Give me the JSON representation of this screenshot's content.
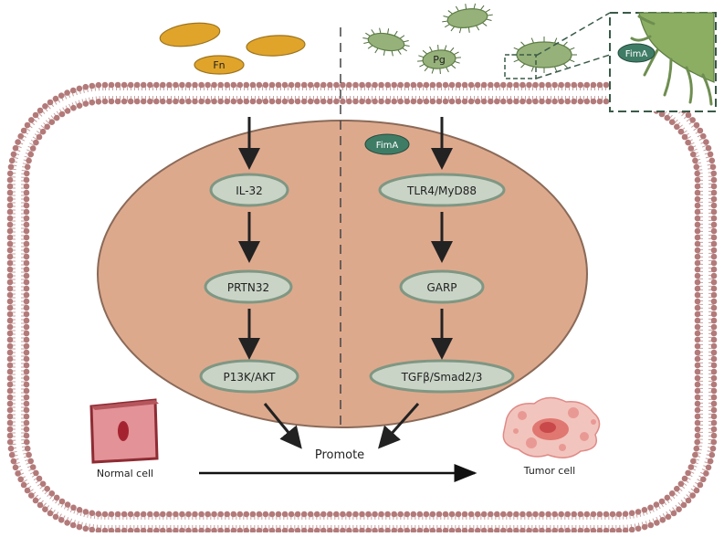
{
  "bacteria": {
    "fn_label": "Fn",
    "pg_label": "Pg",
    "zoom_fima_label": "FimA"
  },
  "membrane_fima_label": "FimA",
  "pathway_left": [
    "IL-32",
    "PRTN32",
    "P13K/AKT"
  ],
  "pathway_right": [
    "TLR4/MyD88",
    "GARP",
    "TGFβ/Smad2/3"
  ],
  "outcome": {
    "promote_label": "Promote",
    "normal_cell_label": "Normal cell",
    "tumor_cell_label": "Tumor cell"
  },
  "colors": {
    "fn_fill": "#E0A42A",
    "pg_fill": "#96B27A",
    "pg_dark": "#4E6B3C",
    "node_fill": "#C9D4C6",
    "node_stroke": "#7F9783",
    "nucleus_fill": "#DDA98D",
    "nucleus_stroke": "#8A6A58",
    "membrane": "#B37A7A",
    "fima_fill": "#3F7C66",
    "zoom_fill": "#8CAE62"
  }
}
